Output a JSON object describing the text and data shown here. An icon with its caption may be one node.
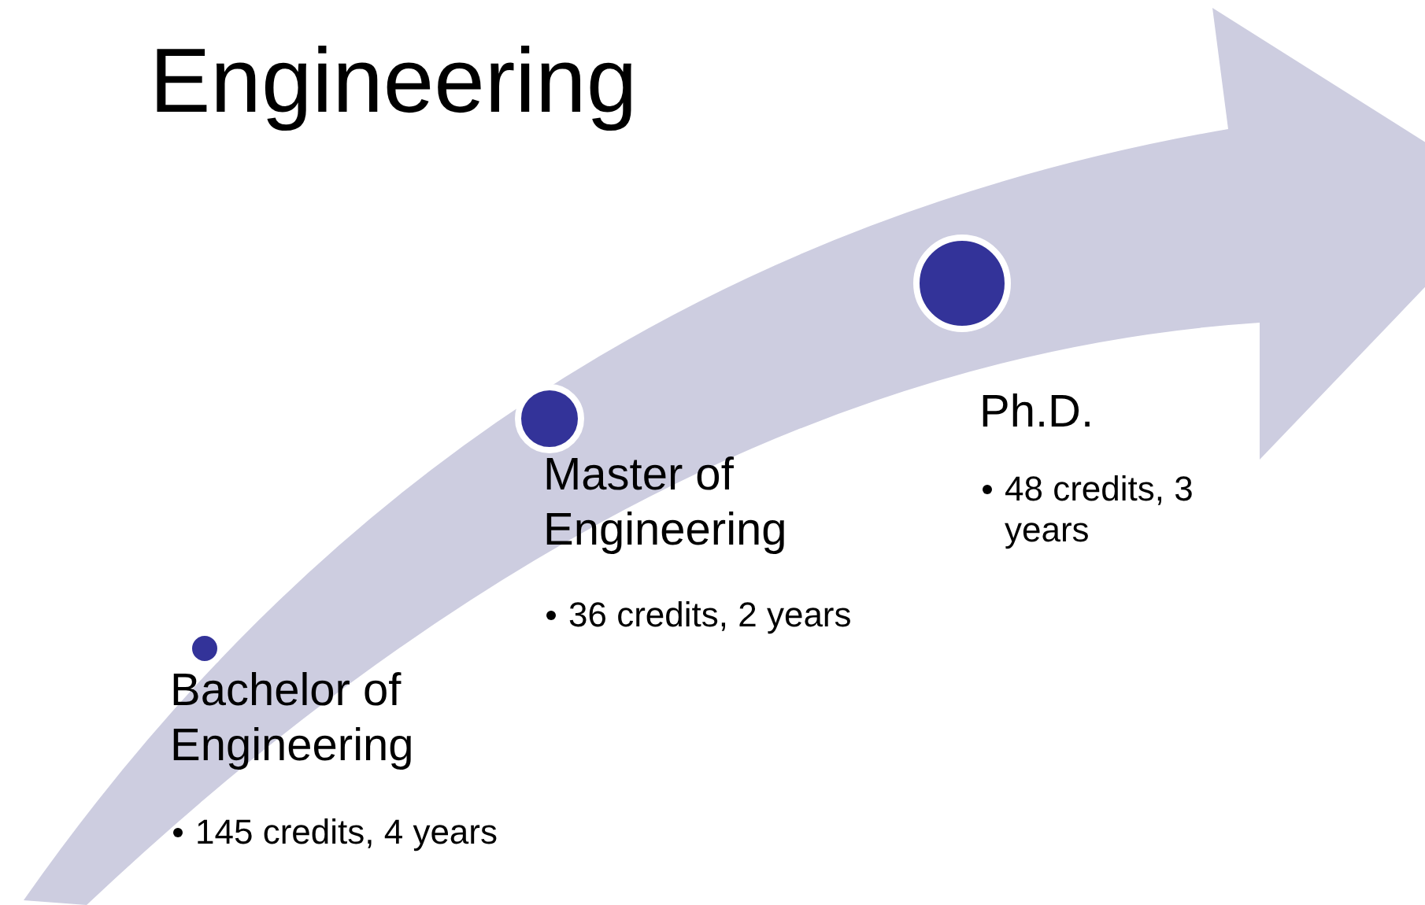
{
  "diagram": {
    "title": "Engineering",
    "labels": [
      "Bachelor of Engineering",
      "145 credits, 4 years",
      "Master of Engineering",
      "36 credits, 2 years",
      "Ph.D.",
      "48 credits, 3 years"
    ]
  }
}
